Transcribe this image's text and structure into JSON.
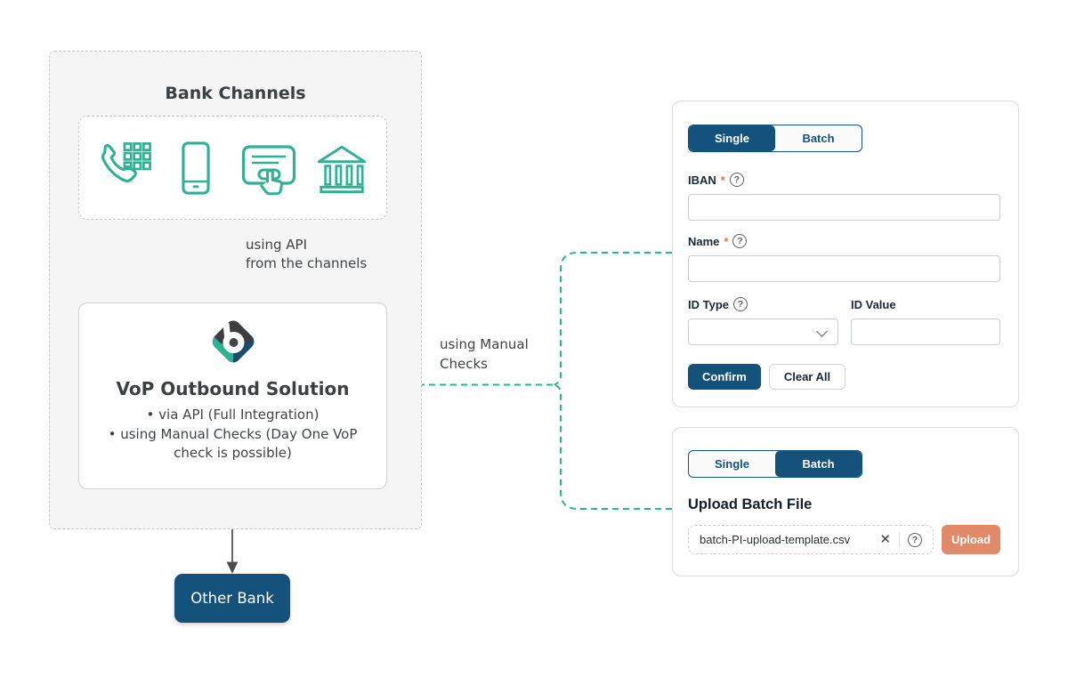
{
  "ui": {
    "required_marker": "*",
    "help_glyph": "?",
    "clear_glyph": "✕"
  },
  "colors": {
    "teal": "#2fb193",
    "navy": "#14527b",
    "salmon": "#e18a6a",
    "panel_border": "#dadcdd",
    "text_dark": "#3f4447"
  },
  "diagram": {
    "bank_channels": {
      "title": "Bank Channels",
      "icons": [
        "phone-keypad-icon",
        "mobile-phone-icon",
        "card-click-icon",
        "bank-building-icon"
      ]
    },
    "api_arrow_label": {
      "line1": "using API",
      "line2": "from the channels"
    },
    "vop_box": {
      "logo": "brand-diamond-b-logo",
      "title": "VoP Outbound Solution",
      "bullets": [
        "via API (Full Integration)",
        "using Manual Checks (Day One VoP check is possible)"
      ]
    },
    "manual_checks_label": {
      "line1": "using Manual",
      "line2": "Checks"
    },
    "other_bank_label": "Other Bank"
  },
  "single_panel": {
    "tabs": [
      {
        "label": "Single",
        "selected": true
      },
      {
        "label": "Batch",
        "selected": false
      }
    ],
    "iban_label": "IBAN",
    "name_label": "Name",
    "id_type_label": "ID Type",
    "id_value_label": "ID Value",
    "iban_value": "",
    "name_value": "",
    "id_type_value": "",
    "id_value_value": "",
    "confirm_label": "Confirm",
    "clear_all_label": "Clear All"
  },
  "batch_panel": {
    "tabs": [
      {
        "label": "Single",
        "selected": false
      },
      {
        "label": "Batch",
        "selected": true
      }
    ],
    "heading": "Upload Batch File",
    "file_name": "batch-PI-upload-template.csv",
    "upload_label": "Upload"
  }
}
